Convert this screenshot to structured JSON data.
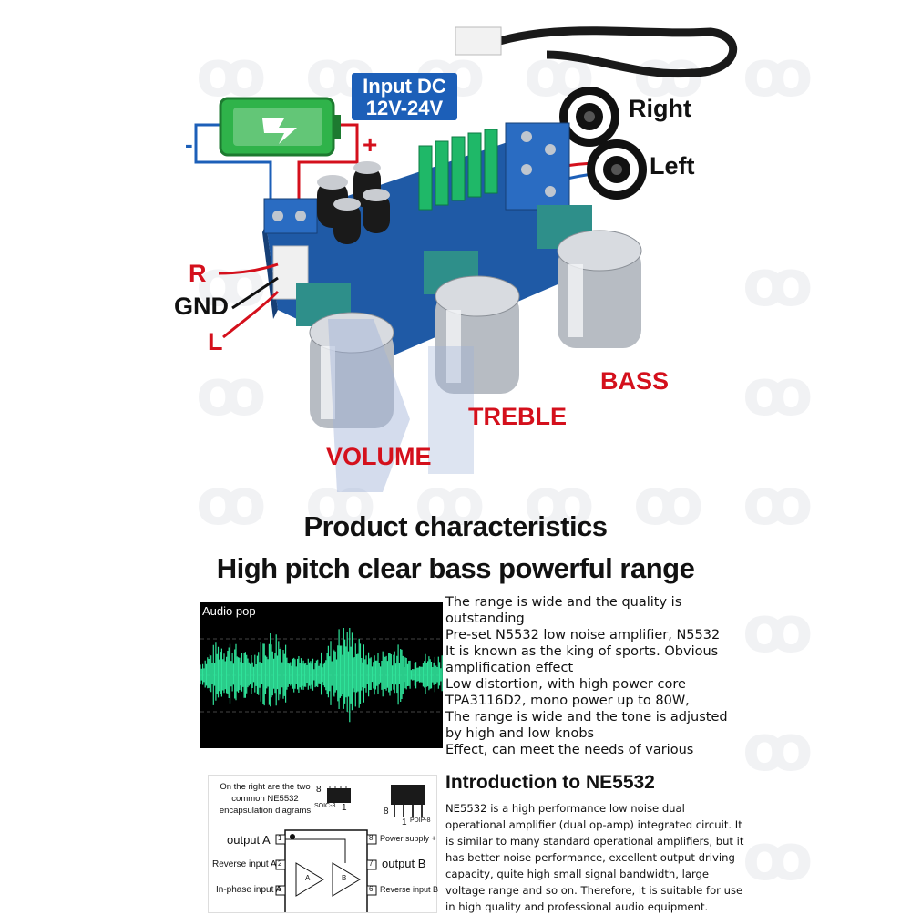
{
  "hero": {
    "input_dc_line1": "Input DC",
    "input_dc_line2": "12V-24V",
    "minus": "-",
    "plus": "+",
    "right": "Right",
    "left": "Left",
    "r": "R",
    "gnd": "GND",
    "l": "L",
    "bass": "BASS",
    "treble": "TREBLE",
    "volume": "VOLUME"
  },
  "colors": {
    "label_red": "#d4101c",
    "input_blue": "#1c5fb8",
    "battery_green": "#2fb34a",
    "pcb_blue": "#1f5aa6",
    "wave_green": "#2fe39a"
  },
  "headings": {
    "line1": "Product characteristics",
    "line2": "High pitch clear bass powerful range"
  },
  "audio": {
    "title": "Audio pop"
  },
  "description": [
    "The range is wide and the quality is",
    "outstanding",
    "Pre-set N5532 low noise amplifier, N5532",
    "It is known as the king of sports. Obvious",
    "amplification effect",
    "Low distortion, with high power core",
    "TPA3116D2, mono power up to 80W,",
    "The range is wide and the tone is adjusted",
    "by high and low knobs",
    "Effect, can meet the needs of various"
  ],
  "chip": {
    "note": "On the right are the two common NE5532 encapsulation diagrams",
    "soic_label": "SOIC-8",
    "pdip_label": "PDIP-8",
    "pin8": "8",
    "pin1": "1",
    "output_a": "output A",
    "output_b": "output B",
    "reverse_a": "Reverse input A",
    "inphase_a": "In-phase input A",
    "power_plus": "Power supply +",
    "reverse_b": "Reverse input B",
    "p1": "1",
    "p2": "2",
    "p3": "3",
    "p6": "6",
    "p7": "7",
    "p8": "8",
    "amp_a": "A",
    "amp_b": "B"
  },
  "intro": {
    "title": "Introduction to NE5532",
    "body": [
      "NE5532 is a high performance low noise dual",
      "operational amplifier (dual op-amp) integrated circuit. It",
      "is similar to many standard operational amplifiers, but it",
      "has better noise performance, excellent output driving",
      "capacity, quite high small signal bandwidth, large",
      "voltage range and so on. Therefore, it is suitable for use",
      "in high quality and professional audio equipment."
    ]
  }
}
